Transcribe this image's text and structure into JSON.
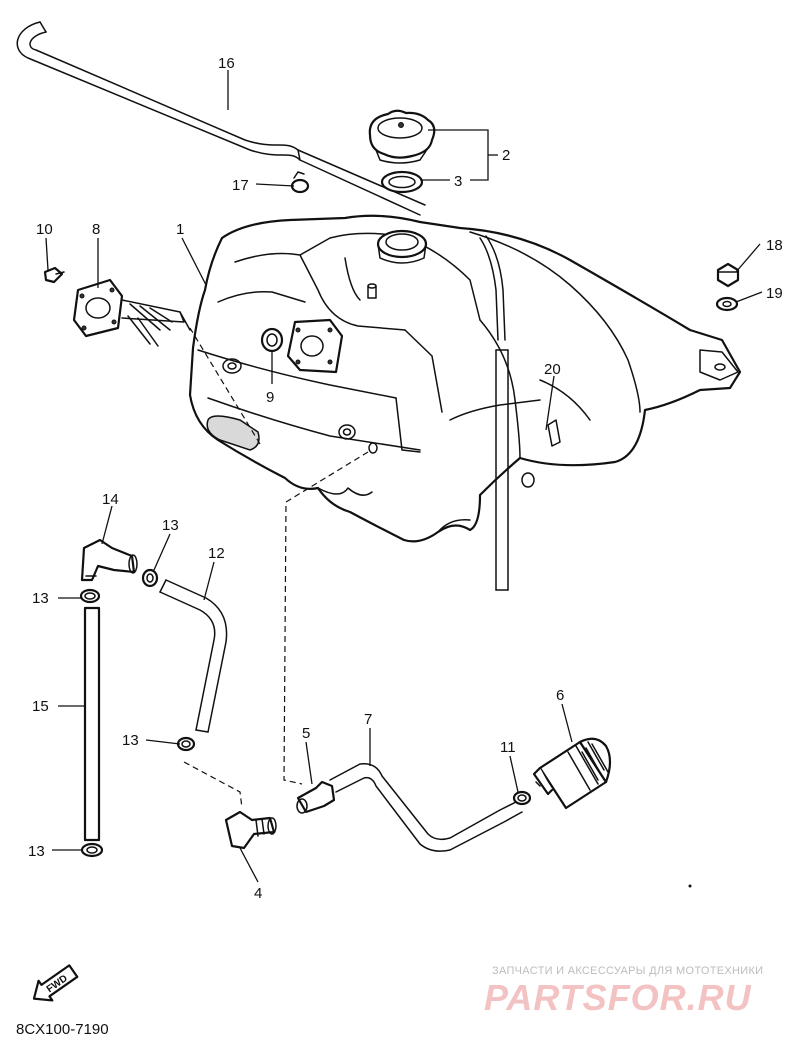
{
  "diagram": {
    "callouts": {
      "c1": "1",
      "c2": "2",
      "c3": "3",
      "c4": "4",
      "c5": "5",
      "c6": "6",
      "c7": "7",
      "c8": "8",
      "c9": "9",
      "c10": "10",
      "c11": "11",
      "c12": "12",
      "c13a": "13",
      "c13b": "13",
      "c13c": "13",
      "c13d": "13",
      "c14": "14",
      "c15": "15",
      "c16": "16",
      "c17": "17",
      "c18": "18",
      "c19": "19",
      "c20": "20"
    },
    "fwd_label": "FWD",
    "diagram_code": "8CX100-7190"
  },
  "watermark": {
    "tagline": "ЗАПЧАСТИ И АКСЕССУАРЫ ДЛЯ МОТОТЕХНИКИ",
    "logo": "PARTSFOR.RU"
  }
}
